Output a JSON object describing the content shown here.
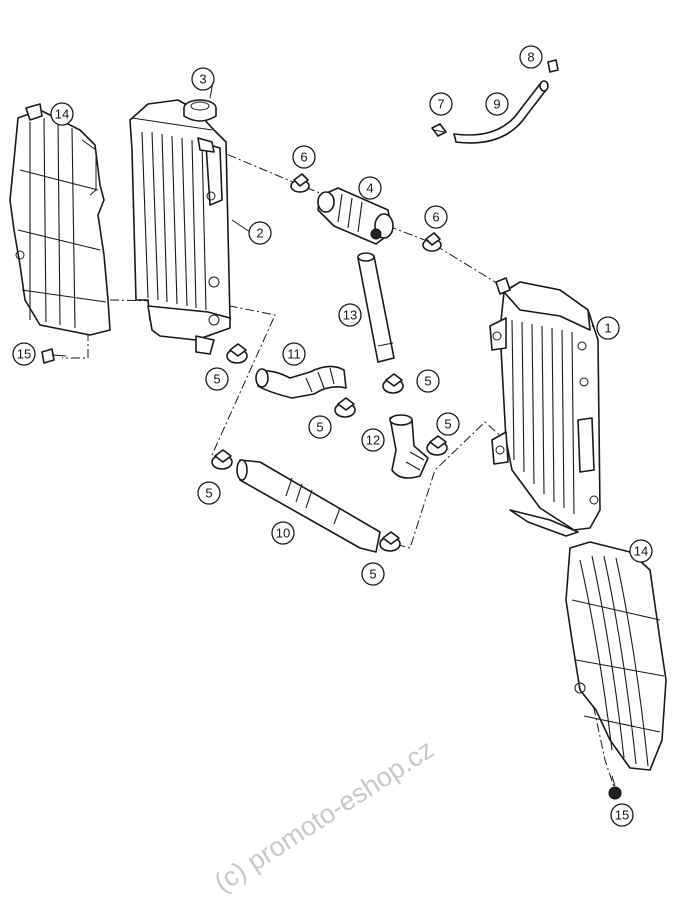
{
  "callouts": {
    "c1": "1",
    "c2": "2",
    "c3": "3",
    "c4": "4",
    "c5a": "5",
    "c5b": "5",
    "c5c": "5",
    "c5d": "5",
    "c5e": "5",
    "c5f": "5",
    "c6a": "6",
    "c6b": "6",
    "c7": "7",
    "c8": "8",
    "c9": "9",
    "c10": "10",
    "c11": "11",
    "c12": "12",
    "c13": "13",
    "c14a": "14",
    "c14b": "14",
    "c15a": "15",
    "c15b": "15"
  },
  "watermark": "(c) promoto-eshop.cz",
  "colors": {
    "line": "#1a1a1a",
    "watermark": "#c8c8c8",
    "background": "#ffffff"
  }
}
